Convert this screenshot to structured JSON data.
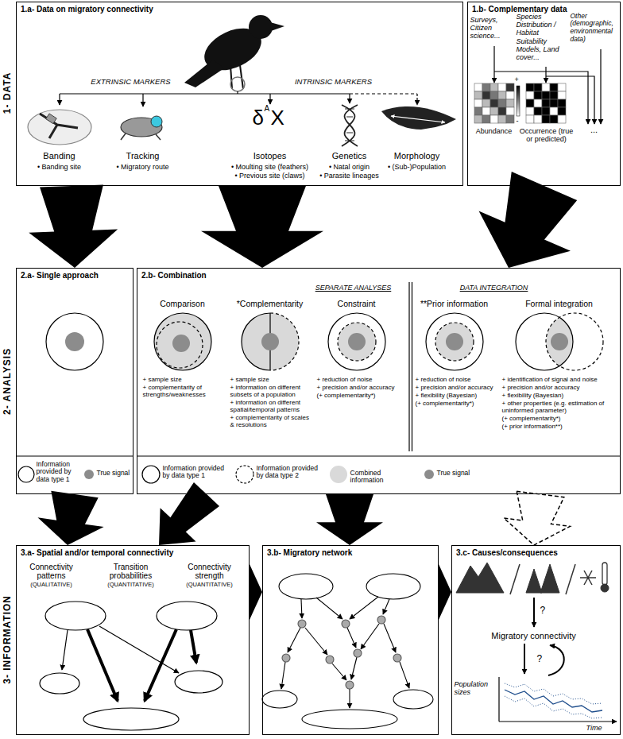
{
  "diagram": {
    "nodes": [
      {
        "text": [
          "1.a- Data on migratory connectivity"
        ]
      },
      {
        "text": [
          "1.b- Complementary data"
        ]
      },
      {
        "text": [
          "2.a- Single approach"
        ]
      },
      {
        "text": [
          "2.b- Combination"
        ]
      },
      {
        "text": [
          "3.a- Spatial and/or temporal connectivity"
        ]
      },
      {
        "text": [
          "3.b- Migratory network"
        ]
      },
      {
        "text": [
          "3.c- Causes/consequences"
        ]
      }
    ],
    "edges": [
      {
        "from": 0,
        "to": 2,
        "arrow": "to"
      },
      {
        "from": 0,
        "to": 3,
        "arrow": "to"
      },
      {
        "from": 1,
        "to": 3,
        "arrow": "to"
      },
      {
        "from": 2,
        "to": 4,
        "arrow": "to"
      },
      {
        "from": 3,
        "to": 4,
        "arrow": "to"
      },
      {
        "from": 3,
        "to": 5,
        "arrow": "to"
      },
      {
        "from": 3,
        "to": 6,
        "arrow": "to"
      },
      {
        "from": 4,
        "to": 5,
        "arrow": "to"
      },
      {
        "from": 5,
        "to": 6,
        "arrow": "to"
      }
    ],
    "labels": [
      "1- DATA",
      "2- ANALYSIS",
      "3- INFORMATION",
      "EXTRINSIC MARKERS",
      "INTRINSIC MARKERS",
      "δ",
      "A",
      "X",
      "Banding",
      "• Banding site",
      "Tracking",
      "• Migratory route",
      "Isotopes",
      "• Moulting site (feathers)",
      "• Previous site (claws)",
      "Genetics",
      "• Natal origin",
      "• Parasite lineages",
      "Morphology",
      "• (Sub-)Population",
      "Surveys, Citizen science...",
      "Species Distribution / Habitat Suitability Models, Land cover...",
      "Other (demographic, environmental data)",
      "+",
      "-",
      "Abundance",
      "Occurrence (true or predicted)",
      "...",
      "SEPARATE ANALYSES",
      "DATA INTEGRATION",
      "Comparison",
      "*Complementarity",
      "Constraint",
      "**Prior information",
      "Formal integration",
      "+ sample size",
      "+ complementarity of strengths/weaknesses",
      "+ sample size",
      "+ information on different subsets of a population",
      "+ information on different spatial/temporal patterns",
      "+ complementarity of scales & resolutions",
      "+ reduction of noise",
      "+ precision and/or accuracy",
      "(+ complementarity*)",
      "+ reduction of noise",
      "+ precision and/or accuracy",
      "+ flexibility (Bayesian)",
      "(+ complementarity*)",
      "+ identification of signal and noise",
      "+ precision and/or accuracy",
      "+ flexibility (Bayesian)",
      "+ other properties (e.g. estimation of uninformed parameter)",
      "(+ complementarity*)",
      "(+ prior information**)",
      "Connectivity patterns",
      "(QUALITATIVE)",
      "Transition probabilities",
      "(QUANTITATIVE)",
      "Connectivity strength",
      "(QUANTITATIVE)",
      "?",
      "Migratory connectivity",
      "?",
      "Population sizes",
      "Time"
    ],
    "legend": [
      {
        "text": "Information provided by data type 1"
      },
      {
        "text": "True signal",
        "color": "#8c8c8c"
      },
      {
        "text": "Information provided by data type 1"
      },
      {
        "text": "Information provided by data type 2"
      },
      {
        "text": "Combined information",
        "color": "#d9d9d9"
      },
      {
        "text": "True signal",
        "color": "#8c8c8c"
      }
    ]
  }
}
